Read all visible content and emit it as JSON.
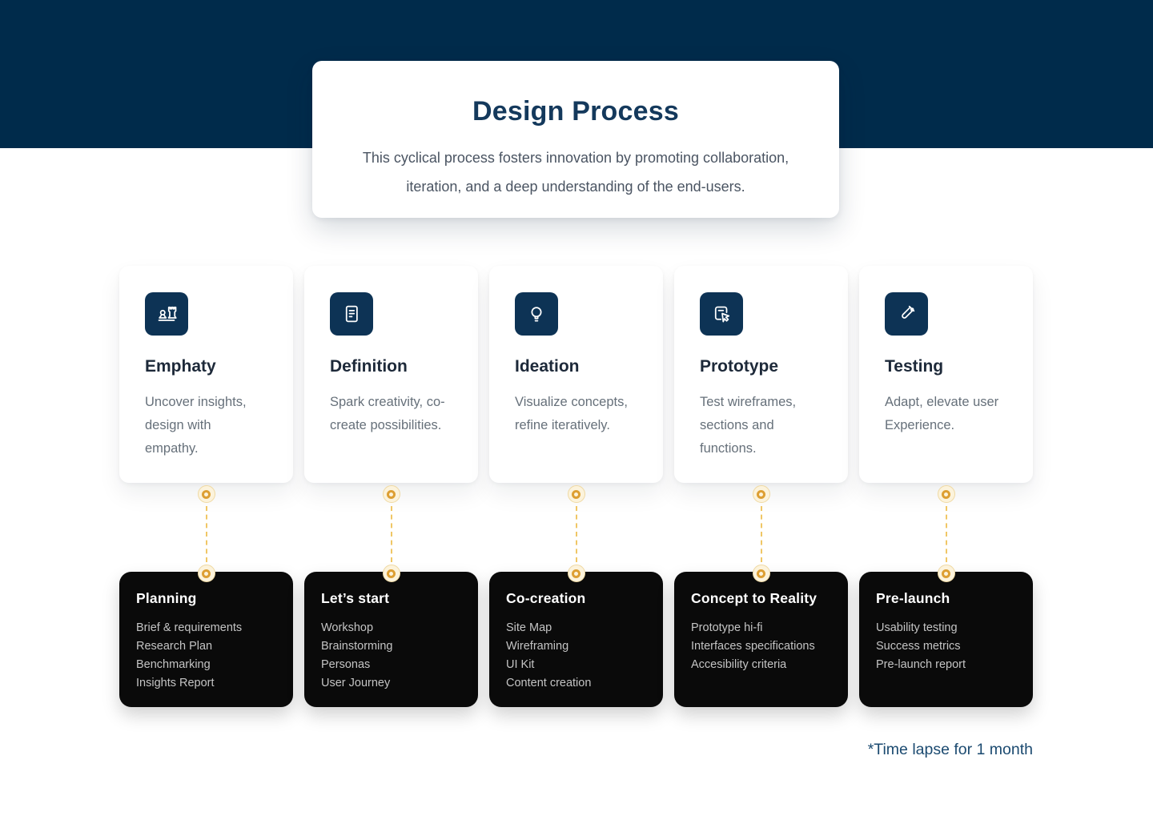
{
  "title_card": {
    "title": "Design Process",
    "subtitle": "This cyclical process fosters innovation by promoting collaboration, iteration, and a deep understanding of the end-users."
  },
  "stages": [
    {
      "name": "Emphaty",
      "description": "Uncover insights, design with empathy.",
      "icon": "chess-pieces-icon"
    },
    {
      "name": "Definition",
      "description": "Spark creativity, co-create possibilities.",
      "icon": "document-icon"
    },
    {
      "name": "Ideation",
      "description": "Visualize concepts, refine iteratively.",
      "icon": "lightbulb-icon"
    },
    {
      "name": "Prototype",
      "description": "Test wireframes, sections and functions.",
      "icon": "prototype-cursor-icon"
    },
    {
      "name": "Testing",
      "description": "Adapt, elevate user Experience.",
      "icon": "test-tube-icon"
    }
  ],
  "phases": [
    {
      "title": "Planning",
      "items": [
        "Brief & requirements",
        "Research Plan",
        "Benchmarking",
        "Insights Report"
      ]
    },
    {
      "title": "Let’s start",
      "items": [
        "Workshop",
        "Brainstorming",
        "Personas",
        "User Journey"
      ]
    },
    {
      "title": "Co-creation",
      "items": [
        "Site Map",
        "Wireframing",
        "UI Kit",
        "Content creation"
      ]
    },
    {
      "title": "Concept to Reality",
      "items": [
        "Prototype hi-fi",
        "Interfaces specifications",
        "Accesibility criteria"
      ]
    },
    {
      "title": "Pre-launch",
      "items": [
        "Usability testing",
        "Success metrics",
        "Pre-launch report"
      ]
    }
  ],
  "footnote": "*Time lapse for 1 month",
  "colors": {
    "band_navy": "#002B4B",
    "tile_navy": "#0D3355",
    "title_navy": "#14395C",
    "gold_line": "#F0C766",
    "gold_node_ring": "#DD9F33",
    "node_fill": "#FCF3DC",
    "dark_card": "#0A0A0A",
    "footnote_navy": "#1B4A70"
  }
}
